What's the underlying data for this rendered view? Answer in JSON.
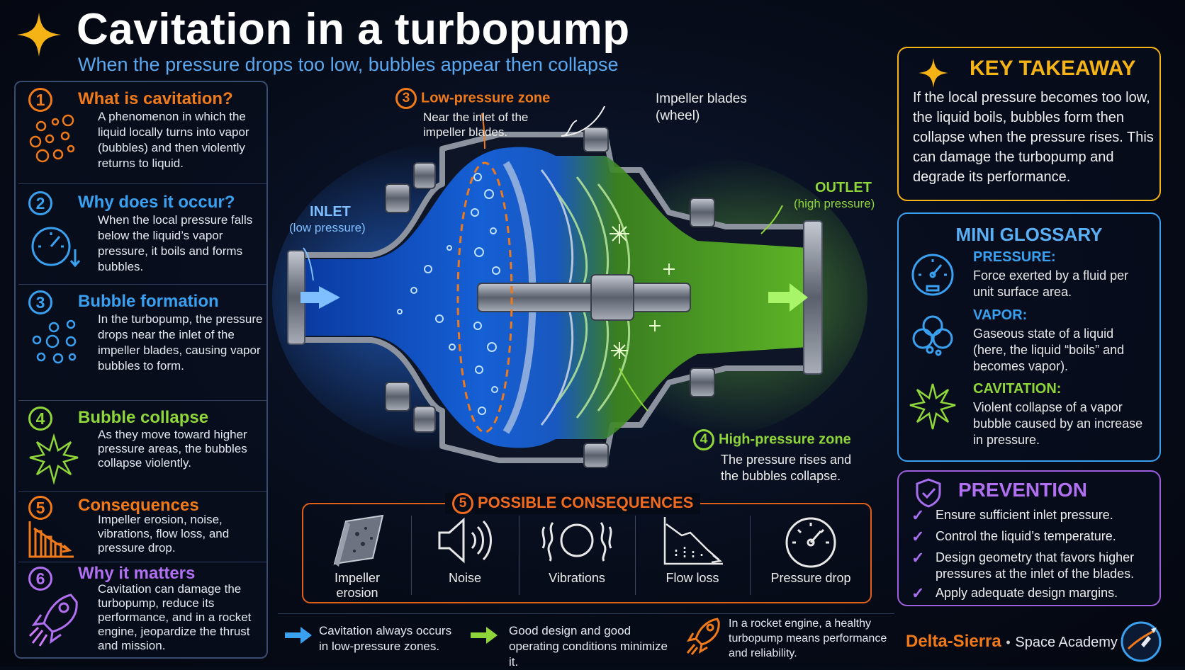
{
  "header": {
    "title": "Cavitation in a turbopump",
    "subtitle": "When the pressure drops too low, bubbles appear then collapse"
  },
  "steps": [
    {
      "number": "1",
      "title": "What is cavitation?",
      "description": "A phenomenon in which the liquid locally turns into vapor (bubbles) and then violently returns to liquid.",
      "color": "#f07a1a",
      "icon": "bubbles-icon"
    },
    {
      "number": "2",
      "title": "Why does it occur?",
      "description": "When the local pressure falls below the liquid’s vapor pressure, it boils and forms bubbles.",
      "color": "#3aa0f0",
      "icon": "pressure-gauge-icon"
    },
    {
      "number": "3",
      "title": "Bubble formation",
      "description": "In the turbopump, the pressure drops near the inlet of the impeller blades, causing vapor bubbles to form.",
      "color": "#3aa0f0",
      "icon": "bubbles-icon"
    },
    {
      "number": "4",
      "title": "Bubble collapse",
      "description": "As they move toward higher pressure areas, the bubbles collapse violently.",
      "color": "#8fd63a",
      "icon": "burst-icon"
    },
    {
      "number": "5",
      "title": "Consequences",
      "description": "Impeller erosion, noise, vibrations, flow loss, and pressure drop.",
      "color": "#f07a1a",
      "icon": "declining-chart-icon"
    },
    {
      "number": "6",
      "title": "Why it matters",
      "description": "Cavitation can damage the turbopump, reduce its performance, and in a rocket engine, jeopardize the thrust and mission.",
      "color": "#b070f0",
      "icon": "rocket-icon"
    }
  ],
  "diagram": {
    "inlet_title": "INLET",
    "inlet_sub": "(low pressure)",
    "outlet_title": "OUTLET",
    "outlet_sub": "(high pressure)",
    "low_zone_number": "3",
    "low_zone_title": "Low-pressure zone",
    "low_zone_desc_1": "Near the inlet of the",
    "low_zone_desc_2": "impeller blades.",
    "impeller_line1": "Impeller blades",
    "impeller_line2": "(wheel)",
    "high_zone_number": "4",
    "high_zone_title": "High-pressure zone",
    "high_zone_desc_1": "The pressure rises and",
    "high_zone_desc_2": "the bubbles collapse."
  },
  "consequences": {
    "number": "5",
    "title": "POSSIBLE CONSEQUENCES",
    "items": [
      {
        "label_1": "Impeller",
        "label_2": "erosion",
        "icon": "eroded-blade-icon"
      },
      {
        "label_1": "Noise",
        "label_2": "",
        "icon": "speaker-icon"
      },
      {
        "label_1": "Vibrations",
        "label_2": "",
        "icon": "vibration-icon"
      },
      {
        "label_1": "Flow loss",
        "label_2": "",
        "icon": "flow-loss-chart-icon"
      },
      {
        "label_1": "Pressure drop",
        "label_2": "",
        "icon": "gauge-icon"
      }
    ]
  },
  "takeaway": {
    "title": "KEY TAKEAWAY",
    "text": "If the local pressure becomes too low, the liquid boils, bubbles form then collapse when the pressure rises. This can damage the turbopump and degrade its performance."
  },
  "glossary": {
    "title": "MINI GLOSSARY",
    "items": [
      {
        "term": "PRESSURE:",
        "definition": "Force exerted by a fluid per unit surface area.",
        "icon": "pressure-gauge-icon"
      },
      {
        "term": "VAPOR:",
        "definition": "Gaseous state of a liquid (here, the liquid “boils” and becomes vapor).",
        "icon": "vapor-cloud-icon"
      },
      {
        "term": "CAVITATION:",
        "definition": "Violent collapse of a vapor bubble caused by an increase in pressure.",
        "icon": "burst-icon"
      }
    ]
  },
  "prevention": {
    "title": "PREVENTION",
    "items": [
      "Ensure sufficient inlet pressure.",
      "Control the liquid’s temperature.",
      "Design geometry that favors higher pressures at the inlet of the blades.",
      "Apply adequate design margins."
    ]
  },
  "footer": {
    "note1": "Cavitation always occurs in low-pressure zones.",
    "note2": "Good design and good operating conditions minimize it.",
    "note3": "In a rocket engine, a healthy turbopump means performance and reliability.",
    "brand_name": "Delta-Sierra",
    "brand_sep": "•",
    "brand_sub": "Space Academy"
  },
  "colors": {
    "blue": "#3aa0f0",
    "orange": "#f07a1a",
    "green": "#8fd63a",
    "purple": "#b070f0",
    "gold": "#f5b316"
  }
}
